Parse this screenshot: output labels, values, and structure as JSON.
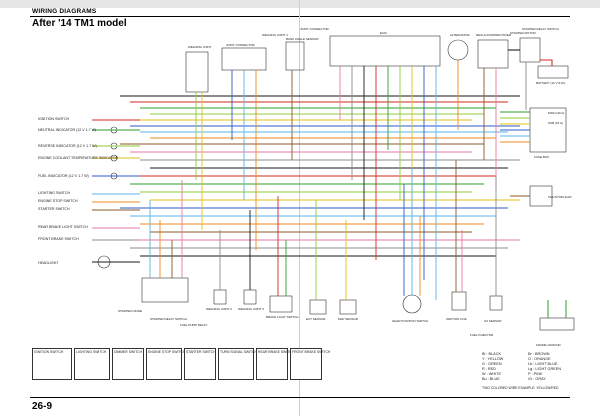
{
  "header": {
    "section_title": "WIRING DIAGRAMS",
    "model_title": "After '14 TM1 model",
    "page_number": "26-9"
  },
  "components_left": [
    "IGNITION SWITCH",
    "NEUTRAL INDICATOR (12 V 1.7 W)",
    "REVERSE INDICATOR (12 V 1.7 W)",
    "ENGINE COOLANT TEMPERATURE INDICATOR",
    "FUEL INDICATOR (12 V 1.7 W)",
    "LIGHTING SWITCH",
    "ENGINE STOP SWITCH",
    "STARTER SWITCH",
    "REAR BRAKE LIGHT SWITCH",
    "FRONT BRAKE SWITCH",
    "HEADLIGHT"
  ],
  "components_top": [
    "WELDING JOINT",
    "JOINT CONNECTOR",
    "WELDING JOINT 1",
    "BANK ANGLE SENSOR",
    "JOINT CONNECTOR",
    "ECM",
    "ALTERNATOR",
    "REGULATOR/RECTIFIER",
    "STARTER MOTOR",
    "STARTER RELAY SWITCH",
    "BATTERY (12 V 8 Ah)"
  ],
  "components_right": [
    "MAIN (30 A)",
    "SUB (15 A)",
    "FUSE BOX",
    "TAIL/STOPLIGHT"
  ],
  "components_bottom": [
    "STARTER DIODE",
    "STARTER RELAY SWITCH",
    "FUEL PUMP RELAY",
    "WELDING JOINT 2",
    "WELDING JOINT 3",
    "BRAKE LIGHT SWITCH",
    "ECT SENSOR",
    "MAP SENSOR",
    "GEAR POSITION SWITCH",
    "IGNITION COIL",
    "FUEL INJECTOR",
    "O2 SENSOR",
    "FRAME GROUND"
  ],
  "switch_tables": [
    "IGNITION SWITCH",
    "LIGHTING SWITCH",
    "DIMMER SWITCH",
    "ENGINE STOP SWITCH",
    "STARTER SWITCH",
    "TURN SIGNAL SWITCH",
    "REAR BRAKE SWITCH",
    "FRONT BRAKE SWITCH"
  ],
  "legend": {
    "col1": [
      "Bl : BLACK",
      "Y : YELLOW",
      "G : GREEN",
      "R : RED",
      "W : WHITE",
      "Bu : BLUE"
    ],
    "col2": [
      "Br : BROWN",
      "O : ORANGE",
      "Lb : LIGHT BLUE",
      "Lg : LIGHT GREEN",
      "P : PINK",
      "Gr : GRAY"
    ],
    "note": "TWO COLORED WIRE EXAMPLE: YELLOW/RED"
  },
  "colors": {
    "black": "#1a1a1a",
    "red": "#d22a1e",
    "green": "#2e9c2e",
    "light_green": "#8fce3a",
    "yellow": "#e0c21a",
    "blue": "#2e5bc8",
    "light_blue": "#5ab4e6",
    "orange": "#ee8a1c",
    "brown": "#8a5a2a",
    "pink": "#e67aa8",
    "gray": "#8c8c8c",
    "white": "#ffffff"
  }
}
